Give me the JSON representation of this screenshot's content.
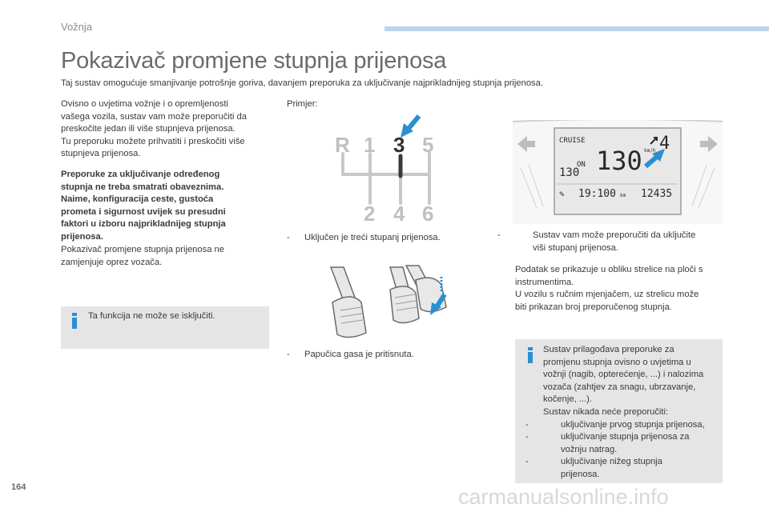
{
  "header": {
    "section": "Vožnja",
    "title": "Pokazivač promjene stupnja prijenosa",
    "subtitle": "Taj sustav omogućuje smanjivanje potrošnje goriva, davanjem preporuka za uključivanje najprikladnijeg stupnja prijenosa."
  },
  "left": {
    "p1": [
      "Ovisno o uvjetima vožnje i o opremljenosti",
      "vašega vozila, sustav vam može preporučiti da",
      "preskočite jedan ili više stupnjeva prijenosa.",
      "Tu preporuku možete prihvatiti i preskočiti više",
      "stupnjeva prijenosa."
    ],
    "bold": [
      "Preporuke za uključivanje određenog",
      "stupnja ne treba smatrati obaveznima.",
      "Naime, konfiguracija ceste, gustoća",
      "prometa i sigurnost uvijek su presudni",
      "faktori u izboru najprikladnijeg stupnja",
      "prijenosa."
    ],
    "p2": [
      "Pokazivač promjene stupnja prijenosa ne",
      "zamjenjuje oprez vozača."
    ],
    "info": "Ta funkcija ne može se isključiti."
  },
  "middle": {
    "example_label": "Primjer:",
    "gear_labels": [
      "R",
      "1",
      "3",
      "5",
      "2",
      "4",
      "6"
    ],
    "bullet1": "Uključen je treći stupanj prijenosa.",
    "bullet2": "Papučica gasa je pritisnuta."
  },
  "right": {
    "cluster": {
      "cruise": "CRUISE",
      "on": "ON",
      "speed_small": "130",
      "speed_large": "130",
      "speed_unit": "km/h",
      "gear": "4",
      "time": "19:100",
      "time_unit": "km",
      "odometer": "12435"
    },
    "bullet1": [
      "Sustav vam može preporučiti da uključite",
      "viši stupanj prijenosa."
    ],
    "para": [
      "Podatak se prikazuje u obliku strelice na ploči s",
      "instrumentima.",
      "U vozilu s ručnim mjenjačem, uz strelicu može",
      "biti prikazan broj preporučenog stupnja."
    ],
    "info_lines": [
      "Sustav prilagođava preporuke za",
      "promjenu stupnja ovisno o uvjetima u",
      "vožnji (nagib, opterećenje, ...) i nalozima",
      "vozača (zahtjev za snagu, ubrzavanje,",
      "kočenje, ...).",
      "Sustav nikada neće preporučiti:"
    ],
    "info_bullets": [
      [
        "uključivanje prvog stupnja prijenosa,"
      ],
      [
        "uključivanje stupnja prijenosa za",
        "vožnju natrag."
      ],
      [
        "uključivanje nižeg stupnja",
        "prijenosa."
      ]
    ]
  },
  "footer": {
    "page_number": "164",
    "watermark": "carmanualsonline.info"
  },
  "colors": {
    "accent_blue": "#2b8fd0",
    "info_box": "#e5e5e5",
    "top_bar": "#bcd4ec"
  }
}
